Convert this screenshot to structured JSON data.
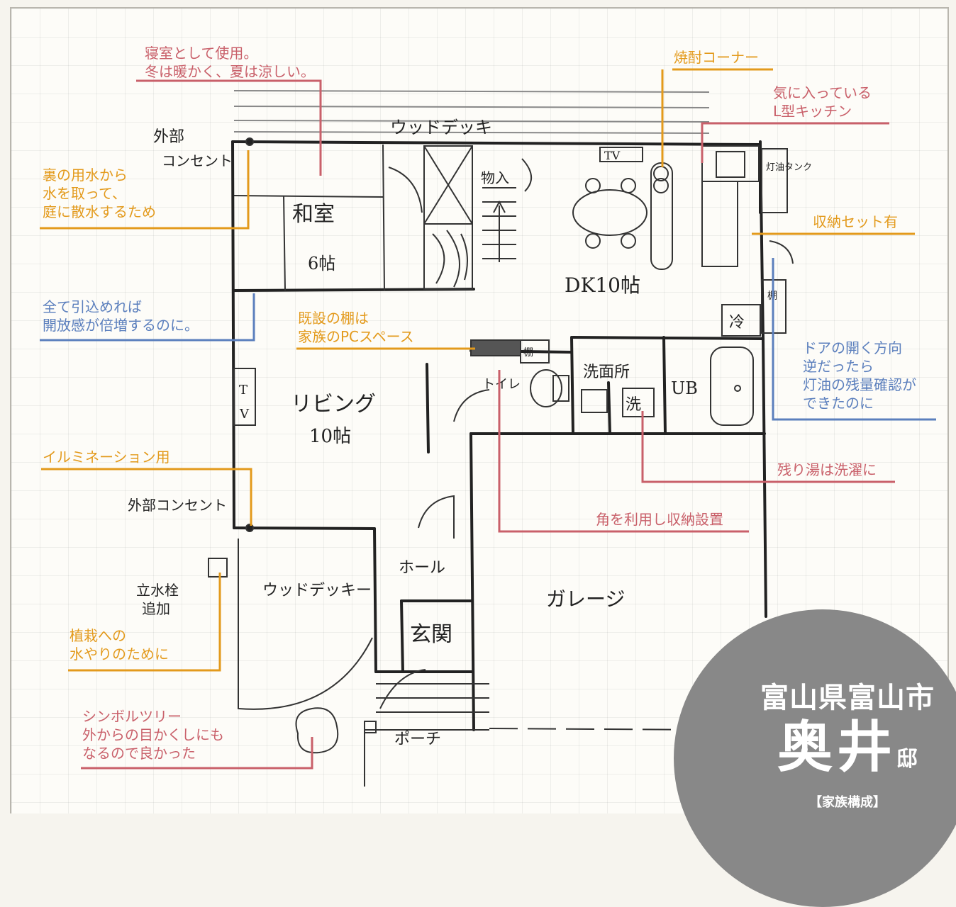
{
  "rooms": {
    "wood_deck_top": "ウッドデッキ",
    "washitsu_label": "和室",
    "washitsu_size": "6帖",
    "storage_under": "物入",
    "tv1": "TV",
    "dk_label": "DK10帖",
    "kerosene_tank": "灯油タンク",
    "shelf1": "棚",
    "shelf2": "棚",
    "cold": "冷",
    "living_label": "リビング",
    "living_size": "10帖",
    "tv2_t": "T",
    "tv2_v": "V",
    "toilet": "トイレ",
    "senmenjo": "洗面所",
    "wash": "洗",
    "ub": "UB",
    "hall": "ホール",
    "wood_deck_left": "ウッドデッキー",
    "genkan": "玄関",
    "garage": "ガレージ",
    "porch": "ポーチ",
    "outlet_top_1": "外部",
    "outlet_top_2": "コンセント",
    "outlet_mid": "外部コンセント",
    "hydrant_1": "立水栓",
    "hydrant_2": "追加"
  },
  "annotations": {
    "bedroom_1": "寝室として使用。",
    "bedroom_2": "冬は暖かく、夏は涼しい。",
    "shochu": "焼酎コーナー",
    "kitchen_1": "気に入っている",
    "kitchen_2": "L型キッチン",
    "backwater_1": "裏の用水から",
    "backwater_2": "水を取って、",
    "backwater_3": "庭に散水するため",
    "storage_set": "収納セット有",
    "openness_1": "全て引込めれば",
    "openness_2": "開放感が倍増するのに。",
    "pc_1": "既設の棚は",
    "pc_2": "家族のPCスペース",
    "door_1": "ドアの開く方向",
    "door_2": "逆だったら",
    "door_3": "灯油の残量確認が",
    "door_4": "できたのに",
    "illumination": "イルミネーション用",
    "leftover": "残り湯は洗濯に",
    "corner": "角を利用し収納設置",
    "planting_1": "植栽への",
    "planting_2": "水やりのために",
    "symbol_1": "シンボルツリー",
    "symbol_2": "外からの目かくしにも",
    "symbol_3": "なるので良かった"
  },
  "badge": {
    "city": "富山県富山市",
    "family_name": "奥井",
    "suffix": "邸",
    "family_label": "【家族構成】"
  },
  "colors": {
    "pink": "#c9606a",
    "orange": "#e39a1c",
    "blue": "#5b7fbd",
    "badge": "#888888"
  }
}
